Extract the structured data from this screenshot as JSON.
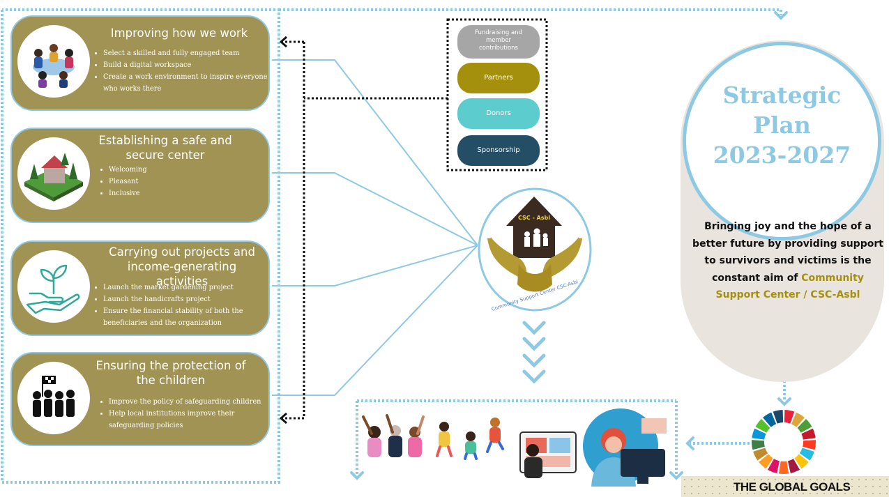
{
  "cards": [
    {
      "title": "Improving how we work",
      "items": [
        "Select a skilled and fully engaged team",
        "Build a digital workspace",
        "Create a work environment to inspire everyone who works there"
      ]
    },
    {
      "title": "Establishing a safe and secure center",
      "items": [
        "Welcoming",
        "Pleasant",
        "Inclusive"
      ]
    },
    {
      "title": "Carrying out projects and income-generating activities",
      "items": [
        "Launch the market gardening project",
        "Launch the handicrafts project",
        "Ensure the financial stability of both the beneficiaries and the organization"
      ]
    },
    {
      "title": "Ensuring the protection of the children",
      "items": [
        "Improve the policy of safeguarding children",
        "Help local institutions improve their safeguarding policies"
      ]
    }
  ],
  "funding": [
    {
      "label": "Fundraising and member contributions",
      "color": "#a6a6a6"
    },
    {
      "label": "Partners",
      "color": "#a5900e"
    },
    {
      "label": "Donors",
      "color": "#5ccccf"
    },
    {
      "label": "Sponsorship",
      "color": "#244e66"
    }
  ],
  "logo": {
    "house_text": "CSC - Asbl",
    "ring_text": "Community Support Center CSC-Asbl"
  },
  "plan": {
    "line1": "Strategic",
    "line2": "Plan",
    "line3": "2023-2027"
  },
  "mission": {
    "text": "Bringing joy and the hope of a better future by providing support to survivors and victims is the constant aim of",
    "org": "Community Support Center / CSC-Asbl"
  },
  "goals_label": "THE GLOBAL GOALS",
  "colors": {
    "card": "#a09353",
    "border": "#8ec9e3",
    "accent": "#a5900e",
    "arrow": "#8ec9e3",
    "capsule": "#e9e4dd"
  },
  "icons": [
    "teamwork-illustration-icon",
    "house-icon",
    "plant-in-hand-icon",
    "children-flag-icon",
    "celebrating-people-icon",
    "office-workers-icon",
    "sdg-wheel-icon"
  ]
}
